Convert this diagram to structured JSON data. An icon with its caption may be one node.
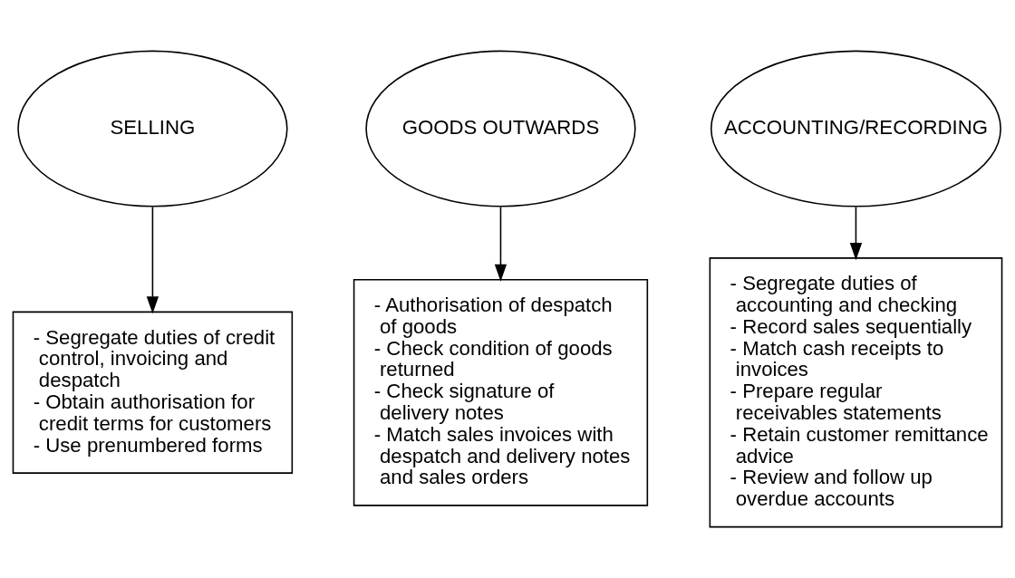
{
  "diagram": {
    "nodes": [
      {
        "text": [
          "SELLING"
        ]
      },
      {
        "text": [
          "GOODS OUTWARDS"
        ]
      },
      {
        "text": [
          "ACCOUNTING/RECORDING"
        ]
      },
      {
        "text": [
          "- Segregate duties of credit control, invoicing and despatch",
          "- Obtain authorisation for credit terms for customers",
          "- Use prenumbered forms"
        ]
      },
      {
        "text": [
          "- Authorisation of despatch of goods",
          "- Check condition of goods returned",
          "- Check signature of delivery notes",
          "- Match sales invoices with despatch and delivery notes and sales orders"
        ]
      },
      {
        "text": [
          "- Segregate duties of accounting and checking",
          "- Record sales sequentially",
          "- Match cash receipts to invoices",
          "- Prepare regular receivables statements",
          "- Retain customer remittance advice",
          "- Review and follow up overdue accounts"
        ]
      }
    ],
    "edges": [
      {
        "from": 0,
        "to": 3,
        "arrow": "to"
      },
      {
        "from": 1,
        "to": 4,
        "arrow": "to"
      },
      {
        "from": 2,
        "to": 5,
        "arrow": "to"
      }
    ]
  }
}
